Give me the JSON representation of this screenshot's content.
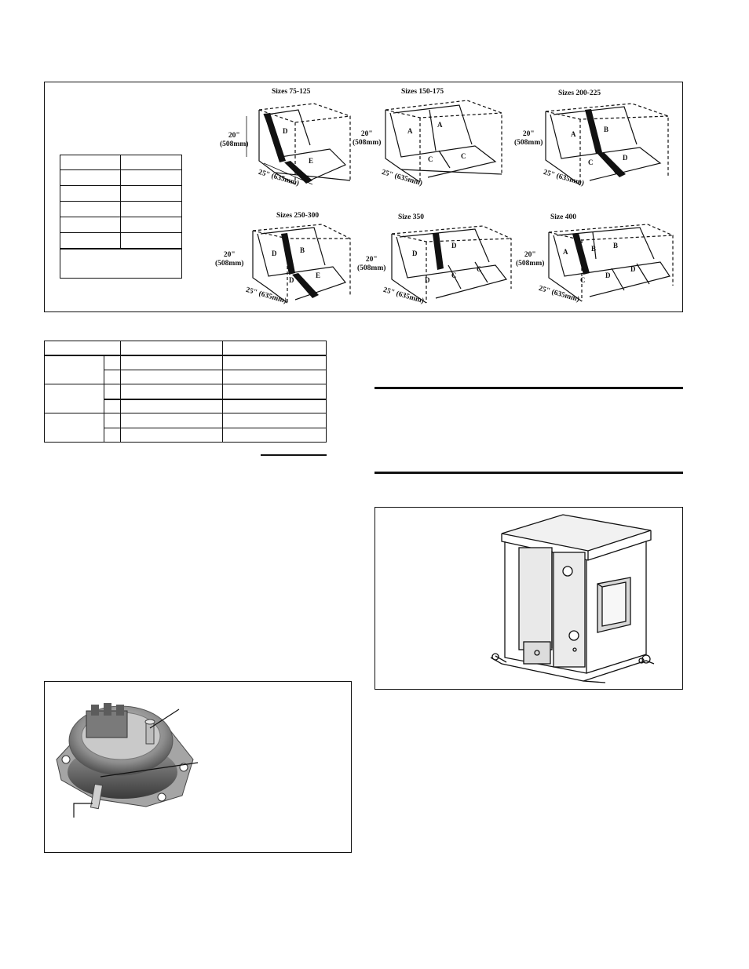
{
  "filter_figure": {
    "diagrams": [
      {
        "size_label": "Sizes 75-125",
        "panels": [
          "D",
          "E"
        ]
      },
      {
        "size_label": "Sizes 150-175",
        "panels": [
          "A",
          "A",
          "C",
          "C"
        ]
      },
      {
        "size_label": "Sizes 200-225",
        "panels": [
          "A",
          "B",
          "C",
          "D"
        ]
      },
      {
        "size_label": "Sizes 250-300",
        "panels": [
          "D",
          "B",
          "D",
          "E"
        ]
      },
      {
        "size_label": "Size 350",
        "panels": [
          "D",
          "D",
          "D",
          "C",
          "C"
        ]
      },
      {
        "size_label": "Size 400",
        "panels": [
          "A",
          "B",
          "B",
          "C",
          "D",
          "D"
        ]
      }
    ],
    "height_dim": "20\"",
    "height_dim_mm": "(508mm)",
    "depth_dim": "25\" (635mm)"
  }
}
